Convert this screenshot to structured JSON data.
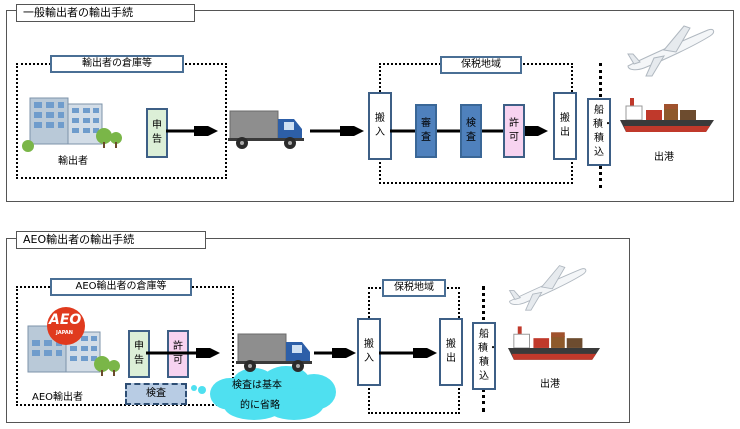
{
  "general": {
    "title": "一般輸出者の輸出手続",
    "warehouse_title": "輸出者の倉庫等",
    "exporter_label": "輸出者",
    "declare": "申告",
    "bonded_title": "保税地域",
    "carry_in": "搬入",
    "review": "審査",
    "inspection": "検査",
    "permit": "許可",
    "carry_out": "搬出",
    "loading": "船積・積込",
    "departure": "出港"
  },
  "aeo": {
    "title": "AEO輸出者の輸出手続",
    "warehouse_title": "AEO輸出者の倉庫等",
    "exporter_label": "AEO輸出者",
    "logo_text": "AEO",
    "logo_sub": "JAPAN",
    "declare": "申告",
    "permit": "許可",
    "inspection": "検査",
    "cloud_line1": "検査は基本",
    "cloud_line2": "的に省略",
    "bonded_title": "保税地域",
    "carry_in": "搬入",
    "carry_out": "搬出",
    "loading": "船積・積込",
    "departure": "出港"
  }
}
